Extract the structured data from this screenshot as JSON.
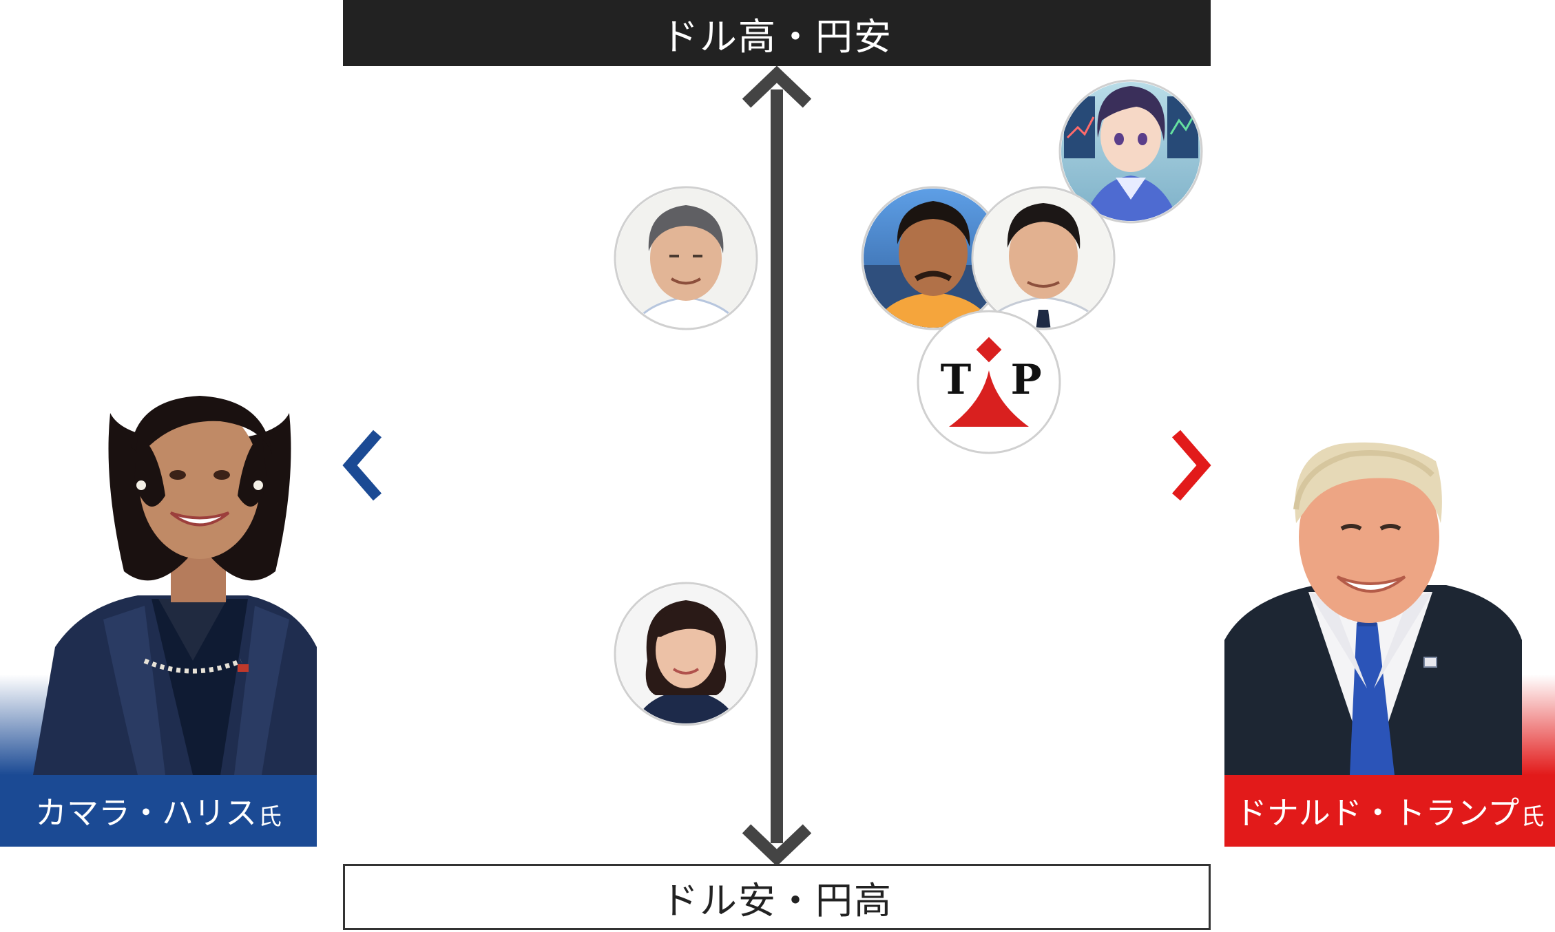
{
  "axis": {
    "top_label": "ドル高・円安",
    "bottom_label": "ドル安・円高"
  },
  "candidates": {
    "left": {
      "name": "カマラ・ハリス",
      "suffix": "氏",
      "color": "#1b4a94"
    },
    "right": {
      "name": "ドナルド・トランプ",
      "suffix": "氏",
      "color": "#e21a1a"
    }
  },
  "logo": {
    "letters": [
      "T",
      "P"
    ],
    "color": "#d9201f"
  },
  "colors": {
    "top_band": "#222222",
    "vertical_axis": "#444444",
    "left_axis": "#1b4a94",
    "right_axis": "#e21a1a"
  }
}
